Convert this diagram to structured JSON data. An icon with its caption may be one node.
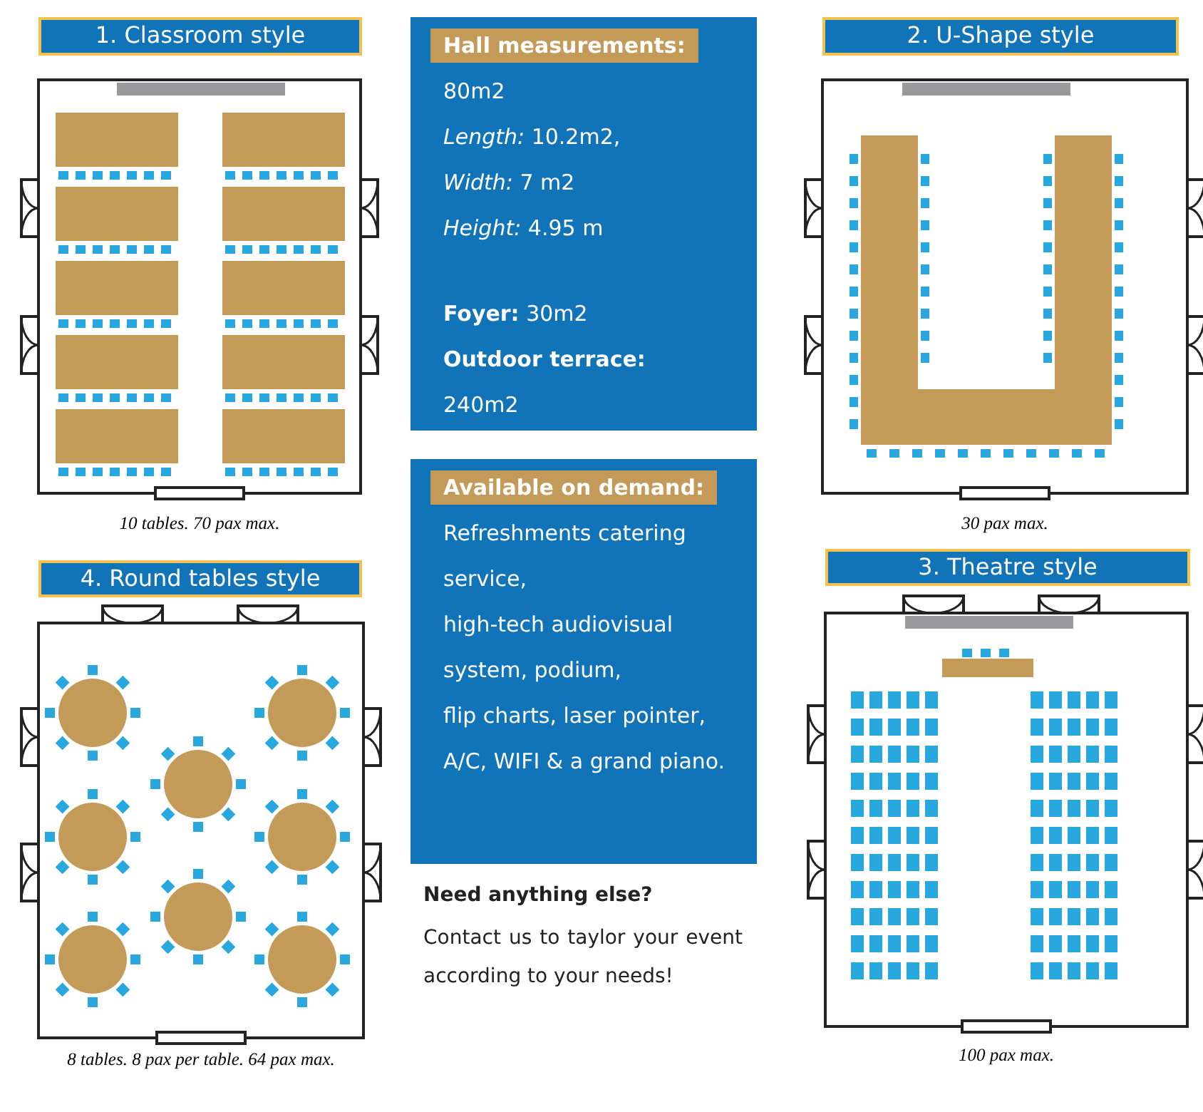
{
  "diagram": {
    "nodes": [
      {
        "text": [
          "1. Classroom style"
        ]
      },
      {
        "text": [
          "Hall measurements:",
          "80m2",
          "*Length:* 10.2m2,",
          "*Width:* 7 m2",
          "*Height:* 4.95 m",
          "**Foyer:**  30m2",
          "Outdoor terrace:",
          "240m2"
        ]
      },
      {
        "text": [
          "2. U-Shape style"
        ]
      },
      {
        "text": [
          "4. Round tables style"
        ]
      },
      {
        "text": [
          "Available on demand:",
          "Refreshments catering service,",
          "high-tech audiovisual system,  podium,",
          "flip charts, laser pointer, A/C, WIFI & a grand piano."
        ]
      },
      {
        "text": [
          "3. Theatre style"
        ]
      }
    ],
    "labels": [
      "10 tables. 70 pax max.",
      "30 pax max.",
      "8 tables. 8 pax per table. 64 pax max.",
      "100 pax max.",
      "Need anything else?",
      "Contact us to taylor your event according to your needs!"
    ]
  }
}
